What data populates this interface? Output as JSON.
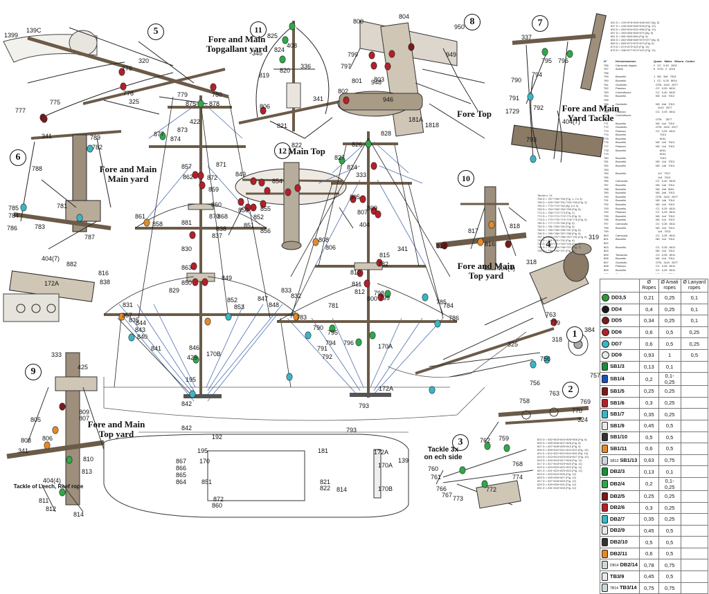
{
  "titles": {
    "fore_main_topgallant_yard": "Fore and Main\nTopgallant yard",
    "fore_main_main_yard": "Fore and Main\nMain yard",
    "main_top": "Main Top",
    "fore_top": "Fore Top",
    "fore_main_yard_tackle": "Fore and Main\nYard Tackle",
    "fore_main_top_yard_right": "Fore and Main\nTop yard",
    "fore_main_top_yard_left": "Fore and Main\nTop yard",
    "tackle_3x": "Tackle 3x\non ech side",
    "tackle_leech": "Tackle of Leech, Reef rope"
  },
  "circled_numbers": [
    "1",
    "2",
    "3",
    "4",
    "5",
    "6",
    "7",
    "8",
    "9",
    "10",
    "11",
    "12"
  ],
  "part_numbers": {
    "n1399": "1399",
    "n139c": "139C",
    "n320": "320",
    "n776": "776",
    "n778": "778",
    "n325": "325",
    "n775": "775",
    "n777": "777",
    "n779": "779",
    "n780": "780",
    "n825a": "825",
    "n345": "345",
    "n824": "824",
    "n820": "820",
    "n408": "408",
    "n336": "336",
    "n819": "819",
    "n806a": "806",
    "n341a": "341",
    "n821": "821",
    "n822": "822",
    "n804": "804",
    "n800": "800",
    "n799": "799",
    "n797": "797",
    "n803": "803",
    "n801": "801",
    "n948": "948",
    "n946": "946",
    "n802": "802",
    "n950": "950",
    "n949": "949",
    "n1818": "1818",
    "n181a": "181A",
    "n337": "337",
    "n795": "795",
    "n796": "796",
    "n790": "790",
    "n794": "794",
    "n791": "791",
    "n792": "792",
    "n1729": "1729",
    "n793a": "793",
    "n404a": "404(7)",
    "n341b": "341",
    "n789": "789",
    "n782": "782",
    "n788": "788",
    "n781": "781",
    "n785": "785",
    "n784": "784",
    "n786": "786",
    "n783": "783",
    "n787": "787",
    "n816": "816",
    "n838": "838",
    "n882": "882",
    "n172a": "172A",
    "n404b": "404(7)",
    "n875": "875",
    "n878": "878",
    "n877": "877",
    "n874": "874",
    "n873": "873",
    "n422": "422",
    "n857": "857",
    "n862": "862",
    "n871": "871",
    "n872": "872",
    "n859": "859",
    "n860": "860",
    "n861": "861",
    "n858": "858",
    "n881": "881",
    "n870": "870",
    "n868": "868",
    "n838b": "838",
    "n837": "837",
    "n830": "830",
    "n863": "863",
    "n850": "850",
    "n849": "849",
    "n829": "829",
    "n852": "852",
    "n853": "853",
    "n847": "847",
    "n848": "848",
    "n833": "833",
    "n832": "832",
    "n831": "831",
    "n357": "357",
    "n835": "835",
    "n844": "844",
    "n843": "843",
    "n840": "840",
    "n841": "841",
    "n846": "846",
    "n425": "425",
    "n1708": "170B",
    "n195": "195",
    "n842": "842",
    "n849b": "849",
    "n854": "854",
    "n855": "855",
    "n852b": "852",
    "n851": "851",
    "n856": "856",
    "n850b": "850",
    "n826": "826",
    "n828": "828",
    "n827": "827",
    "n824b": "824",
    "n333": "333",
    "n805": "805",
    "n807": "807",
    "n809": "809",
    "n404c": "404",
    "n815": "815",
    "n808": "808",
    "n806b": "806",
    "n810": "810",
    "n811": "811",
    "n812": "812",
    "n341c": "341",
    "n784b": "784",
    "n782b": "782",
    "n796b": "796",
    "n798": "798",
    "n799b": "799",
    "n800b": "800",
    "n790b": "790",
    "n795b": "795",
    "n794b": "794",
    "n791b": "791",
    "n792b": "792",
    "n170a": "170A",
    "n172ab": "172A",
    "n793b": "793",
    "n785b": "785",
    "n786b": "786",
    "n781b": "781",
    "n783b": "783",
    "n818": "818",
    "n817": "817",
    "n815b": "815",
    "n816b": "816",
    "n404d": "404(4)",
    "n319": "319",
    "n318": "318",
    "n763": "763",
    "n779b": "779",
    "n384": "384",
    "n318b": "318",
    "n325b": "325",
    "n756": "756",
    "n757": "757",
    "n769": "769",
    "n770": "770",
    "n763b": "763",
    "n758": "758",
    "n756b": "756",
    "n324": "324",
    "n762": "762",
    "n759": "759",
    "n760": "760",
    "n761": "761",
    "n768": "768",
    "n766": "766",
    "n767": "767",
    "n773": "773",
    "n772": "772",
    "n774": "774",
    "n333b": "333",
    "n425b": "425",
    "n809b": "809",
    "n807b": "807",
    "n805b": "805",
    "n808b": "808",
    "n806c": "806",
    "n341d": "341",
    "n810b": "810",
    "n813": "813",
    "n404e": "404(4)",
    "n811b": "811",
    "n812b": "812",
    "n814": "814",
    "n842b": "842",
    "n195b": "195",
    "n192": "192",
    "n793c": "793",
    "n181": "181",
    "n172ad": "172A",
    "n139": "139",
    "n867": "867",
    "n170": "170",
    "n866": "866",
    "n865": "865",
    "n864": "864",
    "n851b": "851",
    "n872b": "872",
    "n860b": "860",
    "n821b": "821",
    "n822b": "822",
    "n814b": "814",
    "n170a2": "170A",
    "n170b2": "170B"
  },
  "spec_list_header": [
    "N°",
    "Denominazione",
    "Quant.",
    "Mater.",
    "Misura",
    "Codice"
  ],
  "spec_list": [
    [
      "756",
      "Carrucola doppia",
      "2",
      "CC",
      "0,40",
      "1002"
    ],
    [
      "757",
      "Anello",
      "6",
      "OTN",
      "2",
      "1015"
    ],
    [
      "758",
      "",
      "",
      "",
      "",
      ""
    ],
    [
      "759",
      "Bozzello",
      "1",
      "ND",
      "3x6",
      "7913"
    ],
    [
      "760",
      "Bozzello",
      "1",
      "CC",
      "0,25",
      "5014"
    ],
    [
      "761",
      "Occhiello",
      "",
      "OTN",
      "2x10",
      "2577"
    ],
    [
      "762",
      "Paranco",
      "",
      "CC",
      "0,25",
      "6011"
    ],
    [
      "763",
      "Controfiocco",
      "",
      "CC",
      "0,40",
      "6012"
    ],
    [
      "764",
      "Bozzello",
      "",
      "ND",
      "1x4",
      "7012"
    ],
    [
      "765",
      "",
      "",
      "",
      "",
      ""
    ],
    [
      "766",
      "Occhiello",
      "",
      "ND",
      "2x6",
      "7013"
    ],
    [
      "767",
      "",
      "",
      "",
      "2x10",
      "2577"
    ],
    [
      "768",
      "Paranco",
      "",
      "CC",
      "0,25",
      "6011"
    ],
    [
      "769",
      "Controfiocco",
      "",
      "",
      "",
      ""
    ],
    [
      "770",
      "",
      "",
      "OTN",
      "",
      "2577"
    ],
    [
      "771",
      "Bozzello",
      "",
      "ND",
      "1x4",
      "7012"
    ],
    [
      "772",
      "Occhiello",
      "",
      "OTN",
      "2x10",
      "2577"
    ],
    [
      "773",
      "Paranco",
      "",
      "CC",
      "0,25",
      "6011"
    ],
    [
      "774",
      "Bozzello",
      "",
      "",
      "",
      "7013"
    ],
    [
      "775",
      "Bozzello",
      "",
      "",
      "",
      "6011"
    ],
    [
      "776",
      "Bozzello",
      "",
      "ND",
      "1x2",
      "7013"
    ],
    [
      "777",
      "Paranco",
      "",
      "ND",
      "1x4",
      "7013"
    ],
    [
      "778",
      "Bozzello",
      "",
      "",
      "",
      "6011"
    ],
    [
      "779",
      "",
      "",
      "",
      "",
      "6011"
    ],
    [
      "780",
      "Bozzello",
      "",
      "",
      "",
      "7013"
    ],
    [
      "781",
      "Bozzello",
      "",
      "ND",
      "1x4",
      "7013"
    ],
    [
      "782",
      "Bozzello",
      "",
      "ND",
      "1x6",
      "7013"
    ],
    [
      "783",
      "",
      "",
      "",
      "",
      ""
    ],
    [
      "784",
      "Bozzello",
      "",
      "",
      "1x7",
      "7017"
    ],
    [
      "785",
      "",
      "",
      "",
      "1x4",
      "7012"
    ],
    [
      "786",
      "Carrucola",
      "",
      "CC",
      "0,40",
      "6013"
    ],
    [
      "787",
      "Bozzello",
      "",
      "ND",
      "1x6",
      "7014"
    ],
    [
      "788",
      "Bozzello",
      "",
      "ND",
      "2x6",
      "6011"
    ],
    [
      "789",
      "Bozzello",
      "",
      "ND",
      "2x6",
      "7013"
    ],
    [
      "790",
      "Bozzello",
      "",
      "OTN",
      "2x10",
      "2577"
    ],
    [
      "791",
      "Bozzello",
      "",
      "ND",
      "1x6",
      "7014"
    ],
    [
      "792",
      "Bozzello",
      "",
      "ND",
      "1x4",
      "7013"
    ],
    [
      "793",
      "Bozzello",
      "",
      "CC",
      "0,25",
      "6011"
    ],
    [
      "794",
      "Paranco",
      "",
      "CC",
      "0,25",
      "6011"
    ],
    [
      "795",
      "Bozzello",
      "",
      "ND",
      "1x4",
      "7013"
    ],
    [
      "796",
      "Bozzello",
      "",
      "ND",
      "1x4",
      "7013"
    ],
    [
      "797",
      "Carrucola",
      "",
      "CC",
      "0,25",
      "6011"
    ],
    [
      "798",
      "Bozzello",
      "",
      "ND",
      "1x4",
      "7014"
    ],
    [
      "799",
      "",
      "",
      "",
      "1x4",
      "7013"
    ],
    [
      "800",
      "Carrucola",
      "",
      "CC",
      "0,25",
      "6011"
    ],
    [
      "801",
      "Bozzello",
      "",
      "ND",
      "1x4",
      "7014"
    ],
    [
      "802",
      "",
      "",
      "",
      "",
      ""
    ],
    [
      "803",
      "Bozzello",
      "",
      "CC",
      "0,25",
      "6011"
    ],
    [
      "804",
      "",
      "",
      "ND",
      "1x4",
      "7014"
    ],
    [
      "805",
      "Torsavolo",
      "",
      "CC",
      "0,25",
      "6011"
    ],
    [
      "806",
      "Bozzello",
      "",
      "ND",
      "1x4",
      "7014"
    ],
    [
      "807",
      "Occhiello",
      "",
      "OTN",
      "2x10",
      "2577"
    ],
    [
      "808",
      "Paranco",
      "",
      "CC",
      "0,25",
      "6011"
    ],
    [
      "809",
      "Bozzello",
      "",
      "CC",
      "0,25",
      "6011"
    ],
    [
      "810",
      "Carrucola",
      "",
      "ND",
      "1x4",
      "7014"
    ],
    [
      "811",
      "Bozzello",
      "",
      "CC",
      "0,25",
      "6011"
    ]
  ],
  "top_list": [
    "842 D = 129+876+840+845+847 (fig. 5)",
    "837 D = 446+839+830+833 (Fig. 12)",
    "853 D = 853+834+831+856 (Fig. 12)",
    "857 D = 353+856+859+870 (fig. 5)",
    "861 D = 861+863+864 (Fig. 5)",
    "866 D = 884+858+869+870+877 (fig. 5)",
    "869 D = 869+872+870+874 (Fig. 6)",
    "873 D = 874+873+422 (Fig. 11)",
    "875 D = 336+877+874+422 (Fig. 11)"
  ],
  "tavola_list": [
    "Tavola n. 14",
    "756 D = 757+758+759 (Fig. 1, 2 e 3)",
    "756 D = 429+760+761+762+763 (Fig. 3)",
    "760 D = 773+774+762 (fig. 2 e 3)",
    "765 D = 764+765+782+789 (Fig. 6)",
    "770 D = 765+772+773 (Fig. 2)",
    "772 D = 772+771+772+774 (Fig. 3)",
    "778 D = 773+775+774+776+778 (Fig. 5)",
    "780 D = 777+779+780 (Fig. 5)",
    "782 D = 781+783+782 (Fig. 6)",
    "785 D = 789+785+786+787 (Fig. 6)",
    "786 D = 785+786+787+788 (Fig. 6)",
    "787 D = 746+757+788+787+791 (Fig. 6)",
    "789 D = 201+791+791 (Fig. 6)",
    "790 D = 793+791+792+793 (Fig. 7)",
    "793 D = 794+795+796+797 (Fig. 7)",
    "795 D = 795+796+797 (Fig. 8)"
  ],
  "bottom_list": [
    "802 D = 802+803+804+805+806 (Fig. 8)",
    "805 D = 805+806+807+808 (Fig. 8)",
    "807 D = 807+808+809+810 (Fig. 9)",
    "809 D = 809+810+811+812+813 (Fig. 10)",
    "811 D = 811+812+813+814+815 (Fig. 10)",
    "813 D = 813+814+815+816+817 (Fig. 10)",
    "815 D = 815+816+817+818 (Fig. 11)",
    "817 D = 817+818+819+820 (Fig. 11)",
    "819 D = 819+820+821+822 (Fig. 11)",
    "821 D = 821+822+823+824 (Fig. 12)",
    "823 D = 823+824+825 (Fig. 12)",
    "825 D = 825+826+827 (Fig. 12)",
    "827 D = 827+828+829 (Fig. 12)",
    "829 D = 829+830+831 (Fig. 12)",
    "831 D = 831+832+833 (Fig. 12)"
  ],
  "legend": {
    "headers": [
      "",
      "Ø Ropes",
      "Ø Amati ropes",
      "Ø Lanyard ropes"
    ],
    "rows": [
      {
        "code": "DD3,5",
        "ropes": "0,21",
        "amati": "0,25",
        "lanyard": "0,1",
        "color": "#2e9b3a",
        "shape": "round"
      },
      {
        "code": "DD4",
        "ropes": "0,4",
        "amati": "0,25",
        "lanyard": "0,1",
        "color": "#1a1a1a",
        "shape": "round"
      },
      {
        "code": "DD5",
        "ropes": "0,34",
        "amati": "0,25",
        "lanyard": "0,1",
        "color": "#7a1a1a",
        "shape": "round"
      },
      {
        "code": "DD6",
        "ropes": "0,6",
        "amati": "0,5",
        "lanyard": "0,25",
        "color": "#b3202a",
        "shape": "round"
      },
      {
        "code": "DD7",
        "ropes": "0,6",
        "amati": "0,5",
        "lanyard": "0,25",
        "color": "#3bb6c5",
        "shape": "round"
      },
      {
        "code": "DD9",
        "ropes": "0,93",
        "amati": "1",
        "lanyard": "0,5",
        "color": "#e9e9e9",
        "shape": "round"
      },
      {
        "code": "SB1/3",
        "ropes": "0,13",
        "amati": "0,1",
        "lanyard": "",
        "color": "#1d8c3a",
        "shape": "block"
      },
      {
        "code": "SB1/4",
        "ropes": "0,2",
        "amati": "0,1-0,25",
        "lanyard": "",
        "color": "#1e4fb8",
        "shape": "block"
      },
      {
        "code": "SB1/5",
        "ropes": "0,25",
        "amati": "0,25",
        "lanyard": "",
        "color": "#7a1a1a",
        "shape": "block"
      },
      {
        "code": "SB1/6",
        "ropes": "0,3",
        "amati": "0,25",
        "lanyard": "",
        "color": "#b3202a",
        "shape": "block"
      },
      {
        "code": "SB1/7",
        "ropes": "0,35",
        "amati": "0,25",
        "lanyard": "",
        "color": "#3bb6c5",
        "shape": "block"
      },
      {
        "code": "SB1/9",
        "ropes": "0,45",
        "amati": "0,5",
        "lanyard": "",
        "color": "#e9e9e9",
        "shape": "block"
      },
      {
        "code": "SB1/10",
        "ropes": "0,5",
        "amati": "0,5",
        "lanyard": "",
        "color": "#333333",
        "shape": "block"
      },
      {
        "code": "SB1/11",
        "ropes": "0,6",
        "amati": "0,5",
        "lanyard": "",
        "color": "#e38a2b",
        "shape": "block"
      },
      {
        "code": "SB1/13",
        "ropes": "0,63",
        "amati": "0,75",
        "lanyard": "",
        "color": "#cfd6da",
        "shape": "block",
        "prefix": "SB13"
      },
      {
        "code": "DB2/3",
        "ropes": "0,13",
        "amati": "0,1",
        "lanyard": "",
        "color": "#1d8c3a",
        "shape": "block"
      },
      {
        "code": "DB2/4",
        "ropes": "0,2",
        "amati": "0,1-0,25",
        "lanyard": "",
        "color": "#2fa84a",
        "shape": "block"
      },
      {
        "code": "DB2/5",
        "ropes": "0,25",
        "amati": "0,25",
        "lanyard": "",
        "color": "#7a1a1a",
        "shape": "block"
      },
      {
        "code": "DB2/6",
        "ropes": "0,3",
        "amati": "0,25",
        "lanyard": "",
        "color": "#b3202a",
        "shape": "block"
      },
      {
        "code": "DB2/7",
        "ropes": "0,35",
        "amati": "0,25",
        "lanyard": "",
        "color": "#3bb6c5",
        "shape": "block"
      },
      {
        "code": "DB2/9",
        "ropes": "0,45",
        "amati": "0,5",
        "lanyard": "",
        "color": "#e9e9e9",
        "shape": "block"
      },
      {
        "code": "DB2/10",
        "ropes": "0,5",
        "amati": "0,5",
        "lanyard": "",
        "color": "#333333",
        "shape": "block"
      },
      {
        "code": "DB2/11",
        "ropes": "0,6",
        "amati": "0,5",
        "lanyard": "",
        "color": "#e38a2b",
        "shape": "block"
      },
      {
        "code": "DB2/14",
        "ropes": "0,78",
        "amati": "0,75",
        "lanyard": "",
        "color": "#cfd6da",
        "shape": "block",
        "prefix": "DB14"
      },
      {
        "code": "TB3/9",
        "ropes": "0,45",
        "amati": "0,5",
        "lanyard": "",
        "color": "#e9e9e9",
        "shape": "block"
      },
      {
        "code": "TB3/14",
        "ropes": "0,75",
        "amati": "0,75",
        "lanyard": "",
        "color": "#cfd6da",
        "shape": "block",
        "prefix": "TB14"
      }
    ]
  },
  "colors": {
    "ink": "#111111",
    "rope": "#222222",
    "ratline": "#4a6fb0",
    "wood": "#8a7a66",
    "red_block": "#b3202a",
    "green_block": "#2fa84a",
    "orange_block": "#e38a2b",
    "cyan_block": "#3bb6c5",
    "dark_block": "#7a1a1a"
  }
}
